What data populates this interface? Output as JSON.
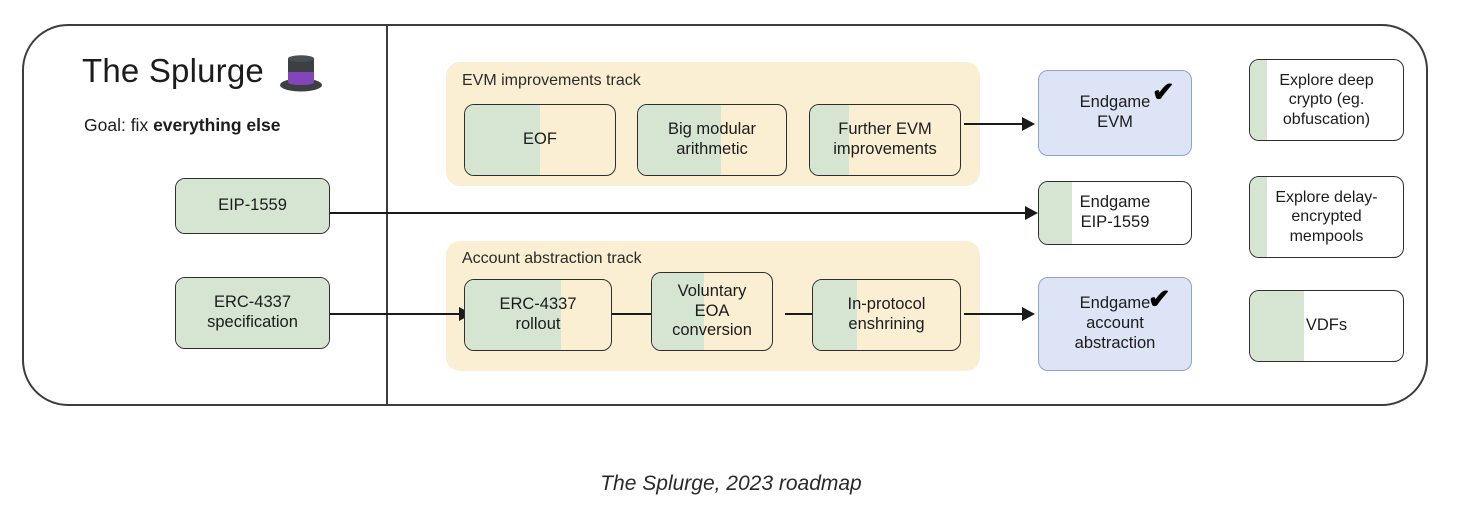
{
  "header": {
    "title": "The Splurge",
    "hat_icon": "top-hat-icon",
    "goal_prefix": "Goal: fix ",
    "goal_emphasis": "everything else"
  },
  "caption": "The Splurge, 2023 roadmap",
  "colors": {
    "progress_green": "#d6e5d1",
    "track_yellow": "#faefd2",
    "endgame_blue": "#dce4f5",
    "border": "#2f2f2f",
    "hat_body": "#3c4043",
    "hat_band": "#8246b8"
  },
  "tracks": [
    {
      "id": "evm",
      "label": "EVM improvements track"
    },
    {
      "id": "aa",
      "label": "Account abstraction track"
    }
  ],
  "nodes": {
    "eip1559_spec": {
      "label": "EIP-1559",
      "fill_pct": 100,
      "style": "full-green"
    },
    "erc4337_spec": {
      "label": "ERC-4337\nspecification",
      "fill_pct": 100,
      "style": "full-green"
    },
    "eof": {
      "label": "EOF",
      "fill_pct": 50,
      "style": "on-track"
    },
    "big_modular": {
      "label": "Big modular\narithmetic",
      "fill_pct": 56,
      "style": "on-track"
    },
    "further_evm": {
      "label": "Further EVM\nimprovements",
      "fill_pct": 26,
      "style": "on-track"
    },
    "erc4337_rollout": {
      "label": "ERC-4337\nrollout",
      "fill_pct": 66,
      "style": "on-track"
    },
    "voluntary_eoa": {
      "label": "Voluntary\nEOA\nconversion",
      "fill_pct": 43,
      "style": "on-track"
    },
    "in_protocol": {
      "label": "In-protocol\nenshrining",
      "fill_pct": 30,
      "style": "on-track"
    },
    "endgame_evm": {
      "label": "Endgame\nEVM",
      "fill_pct": 0,
      "style": "endgame-blue",
      "check": "✔"
    },
    "endgame_eip1559": {
      "label": "Endgame\nEIP-1559",
      "fill_pct": 22,
      "style": "white"
    },
    "endgame_aa": {
      "label": "Endgame\naccount\nabstraction",
      "fill_pct": 0,
      "style": "endgame-blue",
      "check": "✔"
    },
    "explore_crypto": {
      "label": "Explore deep\ncrypto (eg.\nobfuscation)",
      "fill_pct": 11,
      "style": "white"
    },
    "explore_mempools": {
      "label": "Explore delay-\nencrypted\nmempools",
      "fill_pct": 11,
      "style": "white"
    },
    "vdfs": {
      "label": "VDFs",
      "fill_pct": 35,
      "style": "white"
    }
  }
}
